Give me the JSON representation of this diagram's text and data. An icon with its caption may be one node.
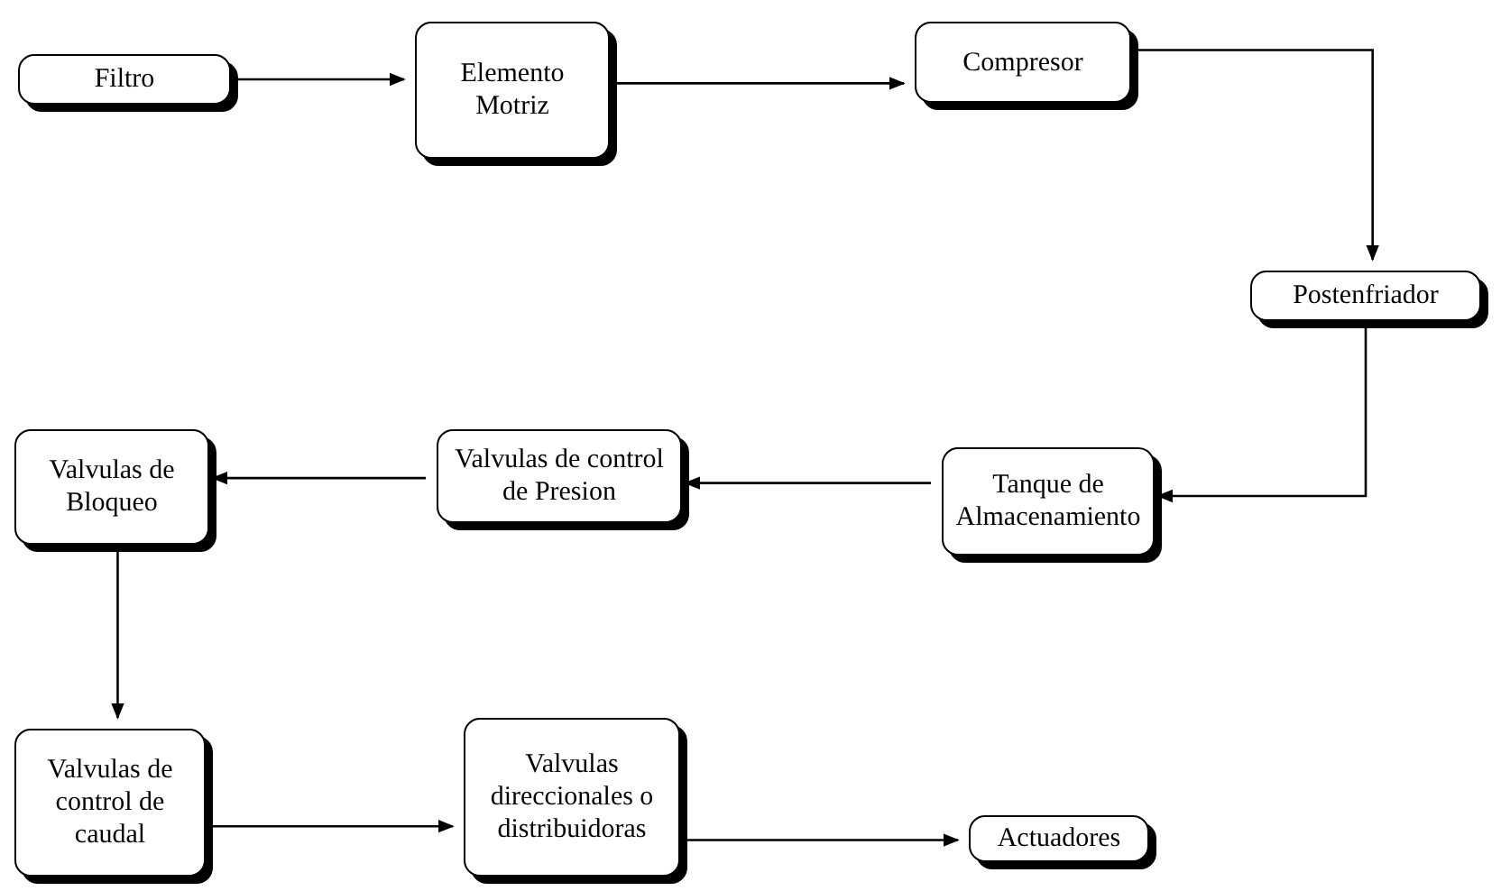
{
  "diagram": {
    "nodes": [
      {
        "text": [
          "Filtro"
        ]
      },
      {
        "text": [
          "Elemento Motriz"
        ]
      },
      {
        "text": [
          "Compresor"
        ]
      },
      {
        "text": [
          "Postenfriador"
        ]
      },
      {
        "text": [
          "Tanque de Almacenamiento"
        ]
      },
      {
        "text": [
          "Valvulas de control de Presion"
        ]
      },
      {
        "text": [
          "Valvulas de Bloqueo"
        ]
      },
      {
        "text": [
          "Valvulas de control de caudal"
        ]
      },
      {
        "text": [
          "Valvulas direccionales o distribuidoras"
        ]
      },
      {
        "text": [
          "Actuadores"
        ]
      }
    ],
    "edges": [
      {
        "from": 0,
        "to": 1,
        "arrow": "to"
      },
      {
        "from": 1,
        "to": 2,
        "arrow": "to"
      },
      {
        "from": 2,
        "to": 3,
        "arrow": "to"
      },
      {
        "from": 3,
        "to": 4,
        "arrow": "to"
      },
      {
        "from": 4,
        "to": 5,
        "arrow": "to"
      },
      {
        "from": 5,
        "to": 6,
        "arrow": "to"
      },
      {
        "from": 6,
        "to": 7,
        "arrow": "to"
      },
      {
        "from": 7,
        "to": 8,
        "arrow": "to"
      },
      {
        "from": 8,
        "to": 9,
        "arrow": "to"
      }
    ]
  }
}
